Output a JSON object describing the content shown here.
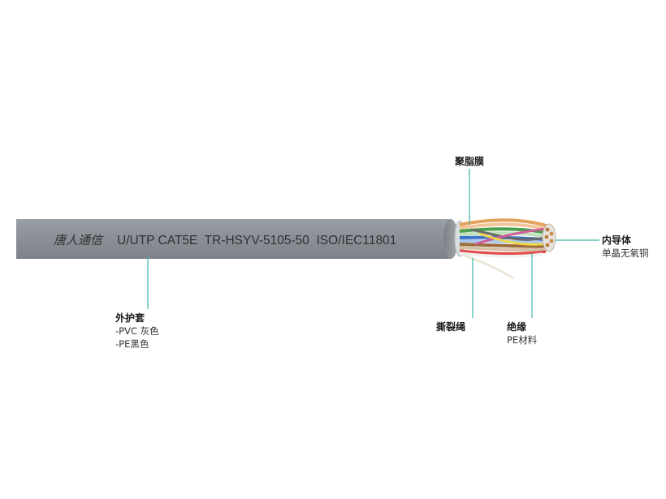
{
  "brand": "唐人通信",
  "cable_print": "U/UTP CAT5E  TR-HSYV-5105-50  ISO/IEC11801",
  "labels": {
    "jacket": {
      "title": "外护套",
      "lines": [
        "-PVC 灰色",
        "-PE黑色"
      ]
    },
    "film": {
      "title": "聚脂膜"
    },
    "ripcord": {
      "title": "撕裂绳"
    },
    "insulation": {
      "title": "绝缘",
      "lines": [
        "PE材料"
      ]
    },
    "conductor": {
      "title": "内导体",
      "lines": [
        "单晶无氧铜"
      ]
    }
  },
  "colors": {
    "jacket": "#8e9499",
    "leader_line": "#3fb5a7",
    "print": "#2e3135"
  }
}
